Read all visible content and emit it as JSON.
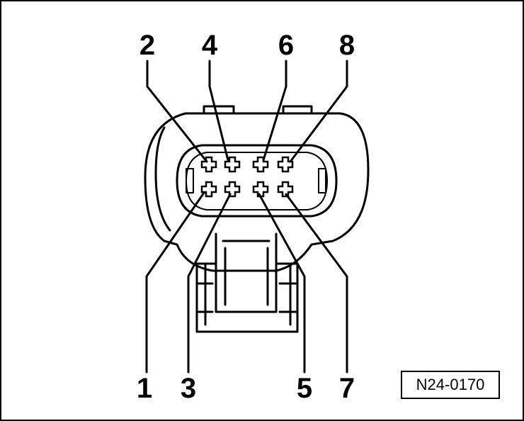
{
  "pins_top": [
    "2",
    "4",
    "6",
    "8"
  ],
  "pins_bottom": [
    "1",
    "3",
    "5",
    "7"
  ],
  "reference_code": "N24-0170"
}
